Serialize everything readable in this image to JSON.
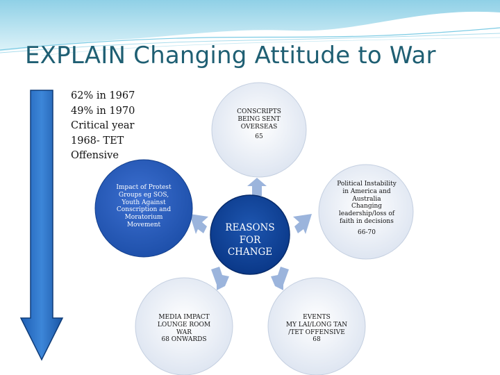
{
  "title": "EXPLAIN Changing Attitude to War",
  "stats_lines": [
    "62% in 1967",
    "49% in 1970",
    "Critical year",
    "1968- TET",
    "Offensive"
  ],
  "center": {
    "lines": [
      "REASONS",
      "FOR",
      "CHANGE"
    ]
  },
  "nodes": {
    "conscripts": {
      "lines": [
        "CONSCRIPTS",
        "BEING SENT",
        "OVERSEAS"
      ],
      "year": "65"
    },
    "political": {
      "lines": [
        "Political Instability",
        "in America and",
        "Australia",
        "Changing",
        "leadership/loss of",
        "faith in decisions"
      ],
      "year": "66-70"
    },
    "protest": {
      "lines": [
        "Impact of Protest",
        "Groups eg SOS,",
        "Youth Against",
        "Conscription and",
        "Moratorium",
        "Movement"
      ]
    },
    "media": {
      "lines": [
        "MEDIA IMPACT",
        "LOUNGE ROOM",
        "WAR",
        "68 ONWARDS"
      ]
    },
    "events": {
      "lines": [
        "EVENTS",
        "MY LAI/LONG TAN",
        "/TET OFFENSIVE",
        "68"
      ]
    }
  },
  "colors": {
    "title": "#1f5f73",
    "circle_dark": "#0a3d91",
    "circle_mid": "#1f56b8",
    "connector": "#9bb4dc",
    "wave": "#8fd3e8"
  }
}
